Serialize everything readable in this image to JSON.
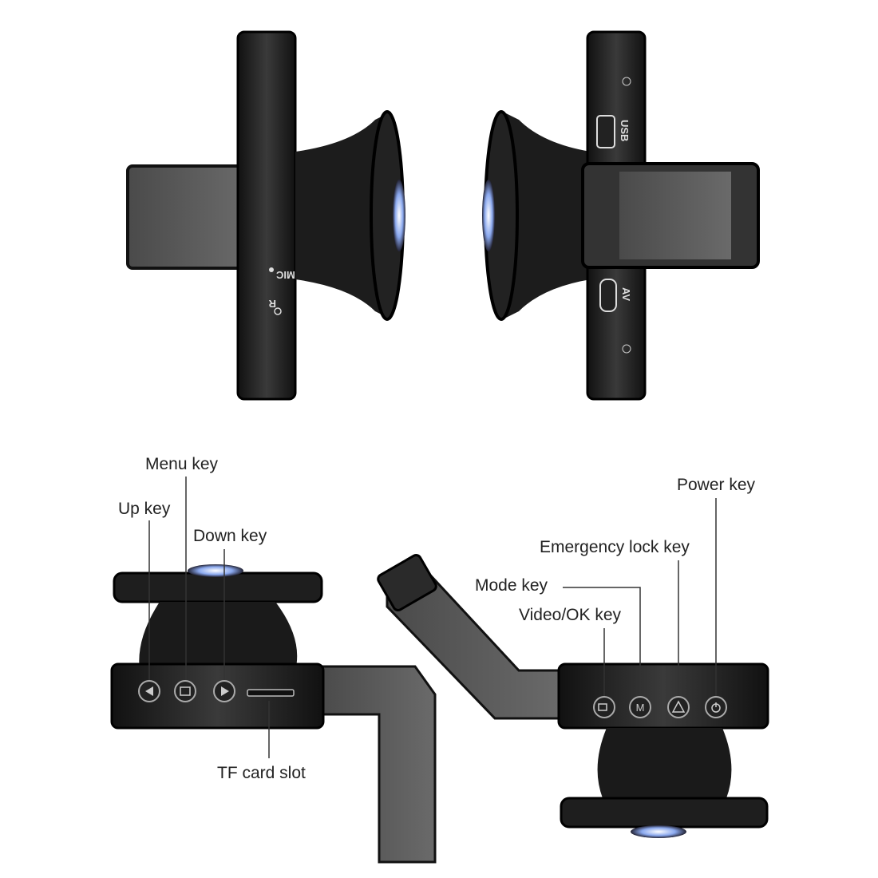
{
  "device_markings": {
    "mic": "MIC",
    "reset": "R",
    "usb": "USB",
    "av": "AV"
  },
  "callouts": {
    "menu_key": "Menu key",
    "up_key": "Up key",
    "down_key": "Down key",
    "tf_card_slot": "TF card slot",
    "power_key": "Power key",
    "emergency_lock_key": "Emergency lock key",
    "mode_key": "Mode key",
    "video_ok_key": "Video/OK key"
  },
  "colors": {
    "body": "#1a1a1a",
    "panel": "#5a5a5a",
    "lens_blue": "#4a6fd0"
  }
}
